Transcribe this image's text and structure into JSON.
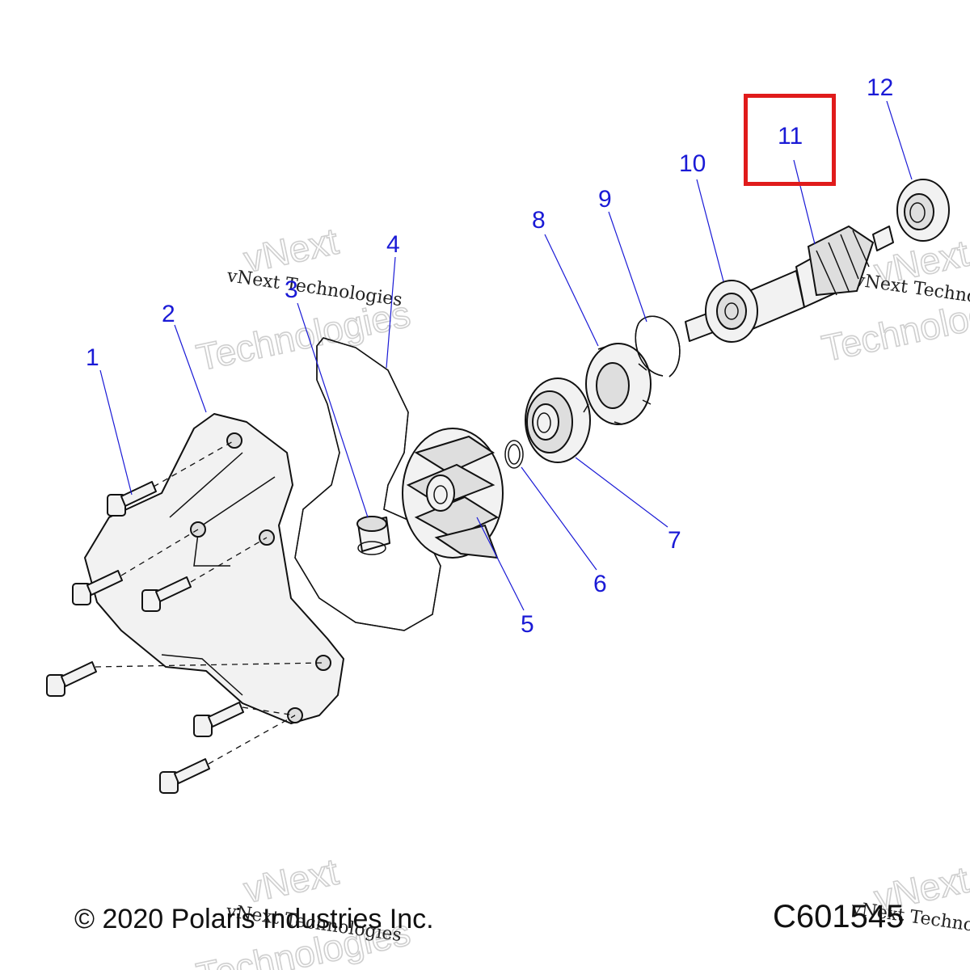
{
  "callouts": [
    {
      "number": "1"
    },
    {
      "number": "2"
    },
    {
      "number": "3"
    },
    {
      "number": "4"
    },
    {
      "number": "5"
    },
    {
      "number": "6"
    },
    {
      "number": "7"
    },
    {
      "number": "8"
    },
    {
      "number": "9"
    },
    {
      "number": "10"
    },
    {
      "number": "11"
    },
    {
      "number": "12"
    }
  ],
  "highlighted_callout": "11",
  "highlight_color": "#e01b1b",
  "callout_color": "#1a1ad6",
  "watermark": {
    "brand_top": "vNext",
    "brand_bottom": "Technologies",
    "line": "vNext Technologies"
  },
  "footer": {
    "copyright": "© 2020 Polaris Industries Inc.",
    "figure_code": "C601545"
  }
}
